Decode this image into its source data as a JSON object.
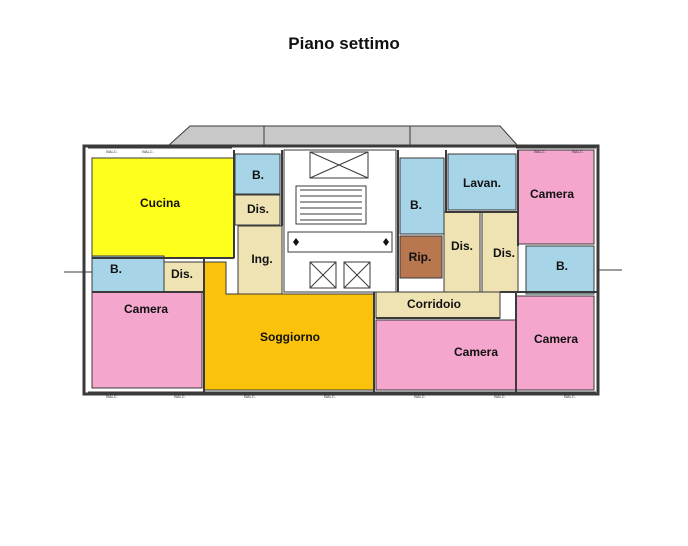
{
  "title": "Piano settimo",
  "colors": {
    "kitchen": "#ffff1e",
    "bath": "#a8d4e8",
    "bedroom": "#f4a6cc",
    "living": "#fbc20b",
    "hall": "#efe3b4",
    "storage": "#b9774f",
    "roof": "#c8c8c8",
    "wall": "#3a3a3a"
  },
  "rooms": {
    "cucina": "Cucina",
    "bagno_top_left": "B.",
    "dis_top_left": "Dis.",
    "bagno_left": "B.",
    "dis_left": "Dis.",
    "ingresso": "Ing.",
    "camera_left": "Camera",
    "soggiorno": "Soggiorno",
    "bagno_center": "B.",
    "lavanderia": "Lavan.",
    "camera_top_right": "Camera",
    "ripostiglio": "Rip.",
    "dis_center": "Dis.",
    "dis_right": "Dis.",
    "bagno_right": "B.",
    "corridoio": "Corridoio",
    "camera_bottom_center": "Camera",
    "camera_bottom_right": "Camera"
  },
  "balcony_tag": "BALC."
}
